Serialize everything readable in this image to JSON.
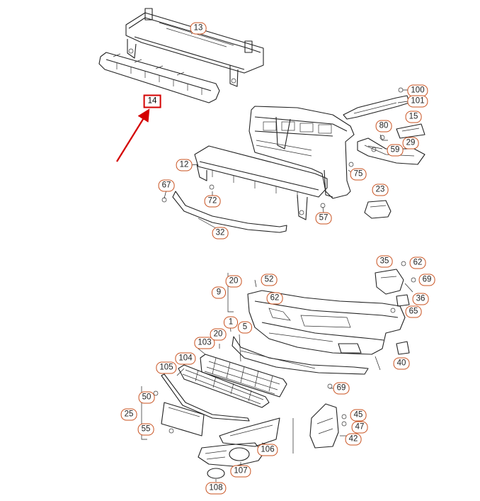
{
  "diagram": {
    "highlighted_part": "14",
    "accent_color": "#d40000",
    "label_color": "#c8501e",
    "callouts": [
      "13",
      "14",
      "100",
      "101",
      "15",
      "80",
      "59",
      "29",
      "12",
      "75",
      "67",
      "72",
      "23",
      "57",
      "32",
      "35",
      "62",
      "69",
      "20",
      "52",
      "9",
      "62b",
      "36",
      "65",
      "1",
      "5",
      "103",
      "20b",
      "104",
      "40",
      "105",
      "69b",
      "50",
      "25",
      "45",
      "47",
      "55",
      "42",
      "106",
      "107",
      "108"
    ],
    "labels": {
      "13": "13",
      "14": "14",
      "100": "100",
      "101": "101",
      "15": "15",
      "80": "80",
      "59": "59",
      "29": "29",
      "12": "12",
      "75": "75",
      "67": "67",
      "72": "72",
      "23": "23",
      "57": "57",
      "32": "32",
      "35": "35",
      "62": "62",
      "69": "69",
      "20": "20",
      "52": "52",
      "9": "9",
      "62b": "62",
      "36": "36",
      "65": "65",
      "1": "1",
      "5": "5",
      "103": "103",
      "20b": "20",
      "104": "104",
      "40": "40",
      "105": "105",
      "69b": "69",
      "50": "50",
      "25": "25",
      "45": "45",
      "47": "47",
      "55": "55",
      "42": "42",
      "106": "106",
      "107": "107",
      "108": "108"
    }
  }
}
